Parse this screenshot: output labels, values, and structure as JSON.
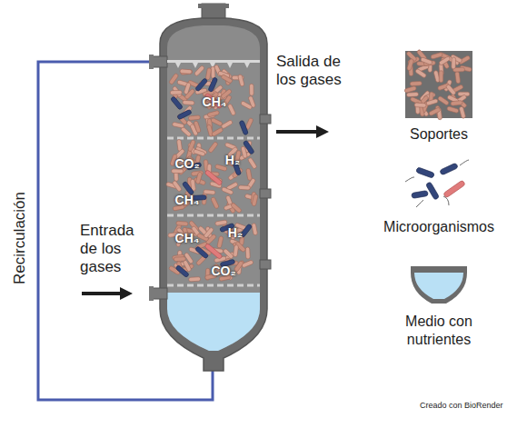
{
  "diagram": {
    "nodes": [
      {
        "text": [
          "CH₄",
          "CO₂",
          "H₂",
          "CH₄",
          "CH₄",
          "H₂",
          "CO₂"
        ]
      }
    ],
    "labels": [
      "Salida de los gases",
      "Entrada de los gases",
      "Recirculación",
      "Creado con BioRender"
    ],
    "legend": [
      {
        "text": "Soportes"
      },
      {
        "text": "Microorganismos"
      },
      {
        "text": "Medio con nutrientes"
      }
    ]
  }
}
